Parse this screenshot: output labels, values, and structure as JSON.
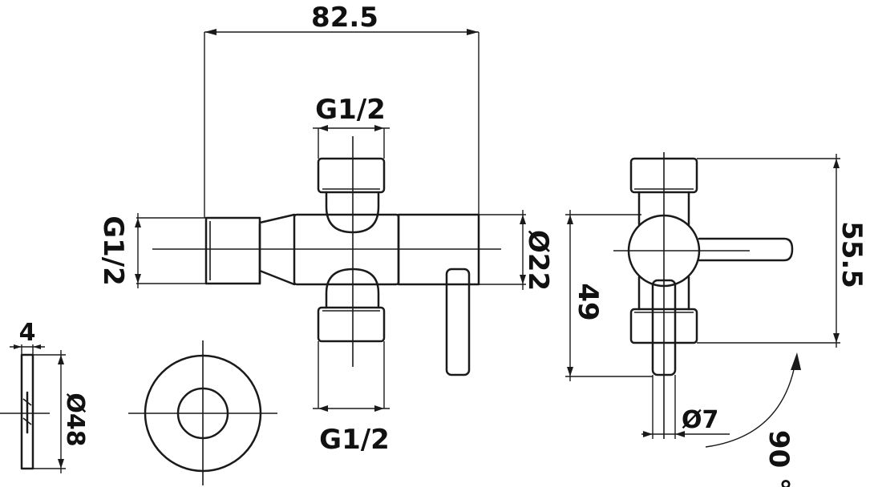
{
  "dimensions": {
    "overall_length": "82.5",
    "top_outlet_thread": "G1/2",
    "left_inlet_thread": "G1/2",
    "bottom_outlet_thread": "G1/2",
    "body_diameter": "Ø22",
    "lever_height": "49",
    "overall_height": "55.5",
    "lever_diameter": "Ø7",
    "rotation_angle": "90 °",
    "flange_thickness": "4",
    "flange_diameter": "Ø48"
  }
}
